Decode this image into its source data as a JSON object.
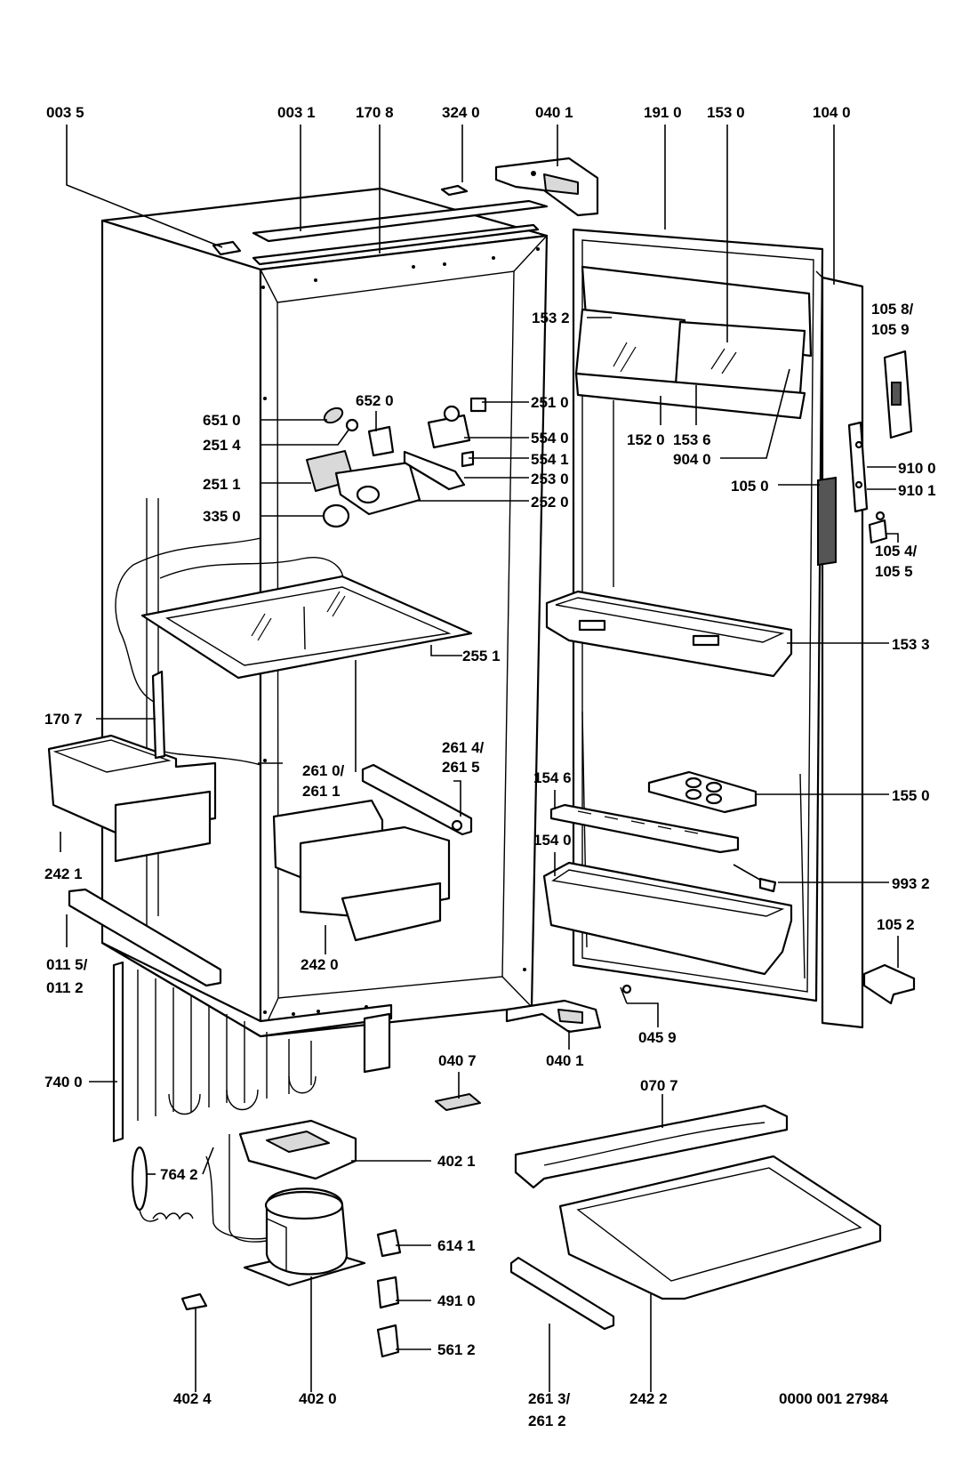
{
  "document_id": "0000 001 27984",
  "labels": {
    "p0035": "003 5",
    "p0031": "003 1",
    "p1708": "170 8",
    "p3240": "324 0",
    "p0401_top": "040 1",
    "p1910": "191 0",
    "p1530": "153 0",
    "p1040": "104 0",
    "p1058": "105 8/",
    "p1059": "105 9",
    "p1532": "153 2",
    "p6510": "651 0",
    "p6520": "652 0",
    "p2510": "251 0",
    "p2514": "251 4",
    "p5540": "554 0",
    "p5541": "554 1",
    "p2511": "251 1",
    "p2530": "253 0",
    "p2520": "252 0",
    "p3350": "335 0",
    "p1520": "152 0",
    "p1536": "153 6",
    "p9040": "904 0",
    "p9100": "910 0",
    "p1050": "105 0",
    "p9101": "910 1",
    "p1054": "105 4/",
    "p1055": "105 5",
    "p2551": "255 1",
    "p1533": "153 3",
    "p1707": "170 7",
    "p2614": "261 4/",
    "p2615": "261 5",
    "p2610": "261 0/",
    "p2611": "261 1",
    "p1546": "154 6",
    "p1550": "155 0",
    "p2421": "242 1",
    "p1540": "154 0",
    "p9932": "993 2",
    "p0115": "011 5/",
    "p0112": "011 2",
    "p2420": "242 0",
    "p1052": "105 2",
    "p0459": "045 9",
    "p0401_bottom": "040 1",
    "p0407": "040 7",
    "p0707": "070 7",
    "p7400": "740 0",
    "p4021": "402 1",
    "p7642": "764 2",
    "p6141": "614 1",
    "p4910": "491 0",
    "p5612": "561 2",
    "p2613": "261 3/",
    "p2612": "261 2",
    "p2422": "242 2",
    "p4024": "402 4",
    "p4020": "402 0"
  }
}
